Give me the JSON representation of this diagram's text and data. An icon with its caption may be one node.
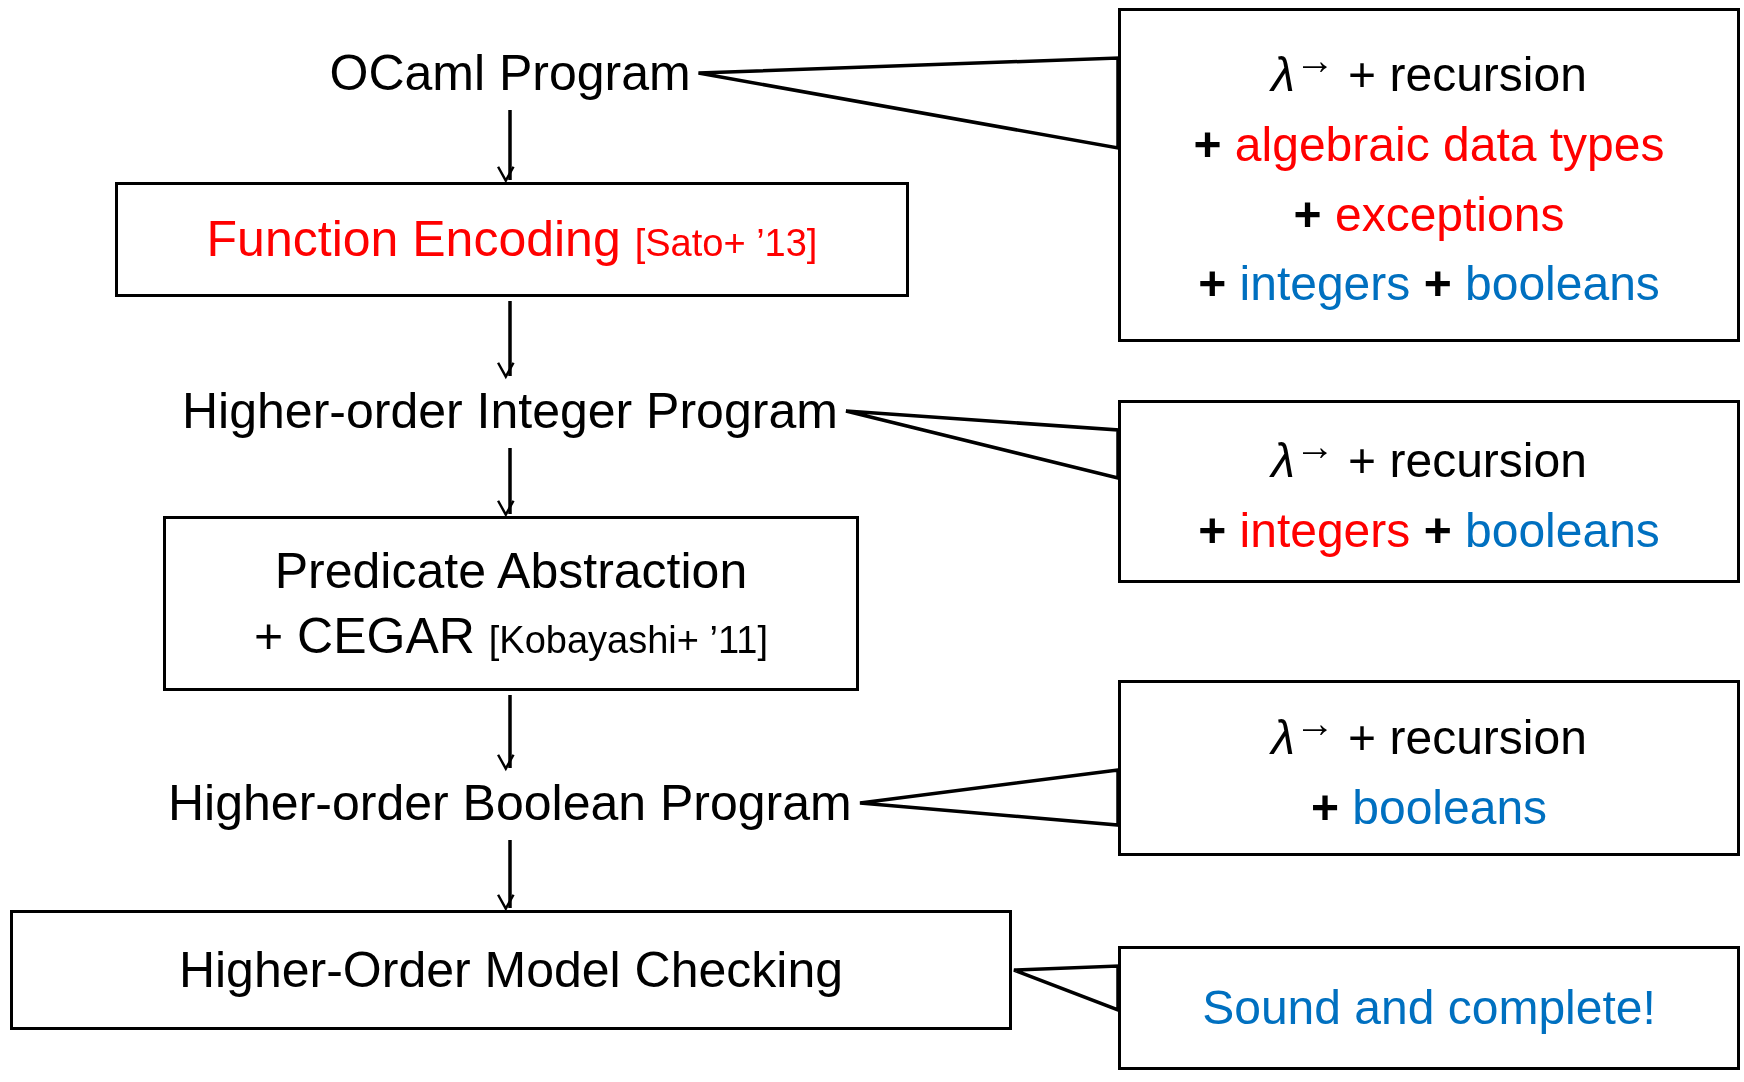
{
  "diagram": {
    "nodes": [
      {
        "text": [
          "OCaml Program"
        ]
      },
      {
        "text": [
          "Function Encoding",
          "[Sato+ ’13]"
        ]
      },
      {
        "text": [
          "Higher-order Integer Program"
        ]
      },
      {
        "text": [
          "Predicate Abstraction",
          "+ CEGAR",
          "[Kobayashi+ ’11]"
        ]
      },
      {
        "text": [
          "Higher-order Boolean Program"
        ]
      },
      {
        "text": [
          "Higher-Order Model Checking"
        ]
      },
      {
        "text": [
          "*λ*$^{→}$ + recursion",
          "+ algebraic data types",
          "+ exceptions",
          "+ integers + booleans"
        ]
      },
      {
        "text": [
          "*λ*$^{→}$ + recursion",
          "+ integers + booleans"
        ]
      },
      {
        "text": [
          "*λ*$^{→}$ + recursion",
          "+ booleans"
        ]
      },
      {
        "text": [
          "Sound and complete!"
        ]
      }
    ],
    "edges": [
      {
        "from": 0,
        "to": 1,
        "arrow": "to"
      },
      {
        "from": 1,
        "to": 2,
        "arrow": "to"
      },
      {
        "from": 2,
        "to": 3,
        "arrow": "to"
      },
      {
        "from": 3,
        "to": 4,
        "arrow": "to"
      },
      {
        "from": 4,
        "to": 5,
        "arrow": "to"
      },
      {
        "from": 6,
        "to": 0,
        "arrow": "none"
      },
      {
        "from": 7,
        "to": 2,
        "arrow": "none"
      },
      {
        "from": 8,
        "to": 4,
        "arrow": "none"
      },
      {
        "from": 9,
        "to": 5,
        "arrow": "none"
      }
    ]
  }
}
